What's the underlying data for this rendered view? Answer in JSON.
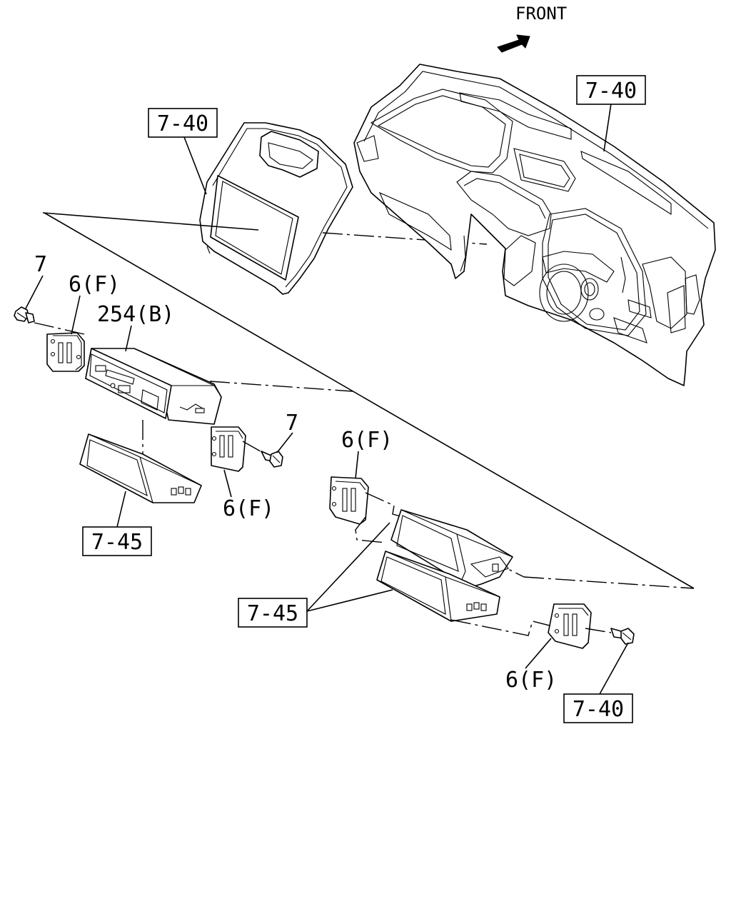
{
  "front_label": "FRONT",
  "colors": {
    "ink": "#000000",
    "paper": "#ffffff"
  },
  "callouts": {
    "panel_ref": "7-40",
    "dash_ref": "7-40",
    "screw_left": "7",
    "bracket_upper_left": "6(F)",
    "radio": "254(B)",
    "screw_right": "7",
    "bracket_lower_left": "6(F)",
    "pocket_left": "7-45",
    "bracket_upper_right": "6(F)",
    "pocket_right": "7-45",
    "bracket_lower_right": "6(F)",
    "bolt_ref": "7-40"
  }
}
